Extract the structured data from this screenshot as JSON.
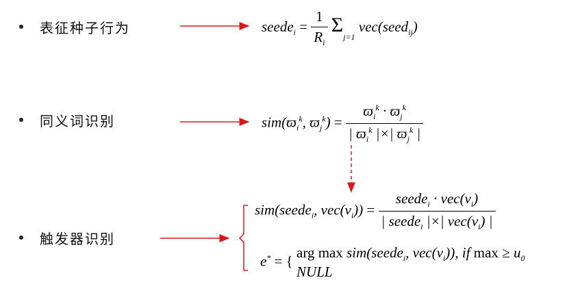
{
  "bullets": [
    {
      "label": "表征种子行为",
      "formula": "seede_i = 1/R_i Σ_{j=1}^{R_i} vec(seed_ij)"
    },
    {
      "label": "同义词识别",
      "formula": "sim(ϖ_i^k, ϖ_j^k) = (ϖ_i^k · ϖ_j^k) / (|ϖ_i^k| × |ϖ_j^k|)"
    },
    {
      "label": "触发器识别",
      "formula1": "sim(seede_i, vec(v_i)) = (seede_i · vec(v_i)) / (|seede_i| × |vec(v_i)|)",
      "formula2": "e* = { arg max_{i=1,2,...} sim(seede_i, vec(v_i)), if max ≥ u_0 ; NULL }"
    }
  ],
  "colors": {
    "arrow": "#d9191c",
    "bracket": "#d9191c"
  }
}
